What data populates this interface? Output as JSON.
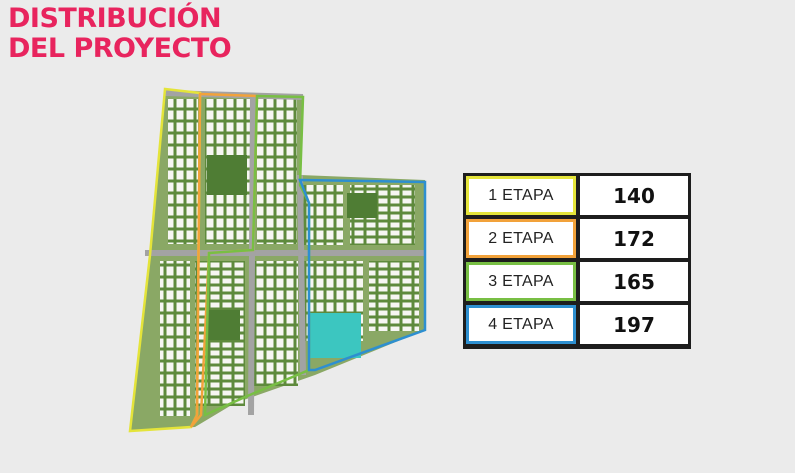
{
  "header": {
    "title_line1": "DISTRIBUCIÓN",
    "title_line2": "DEL PROYECTO"
  },
  "stages": [
    {
      "label": "1 ETAPA",
      "value": "140",
      "color": "#e4e43a"
    },
    {
      "label": "2 ETAPA",
      "value": "172",
      "color": "#f2a23a"
    },
    {
      "label": "3 ETAPA",
      "value": "165",
      "color": "#78bf44"
    },
    {
      "label": "4 ETAPA",
      "value": "197",
      "color": "#2d8fd0"
    }
  ],
  "colors": {
    "accent": "#e8245e",
    "lot_green": "#5a8a3a",
    "road": "#9b9b9b",
    "pond": "#3cc6c0"
  }
}
